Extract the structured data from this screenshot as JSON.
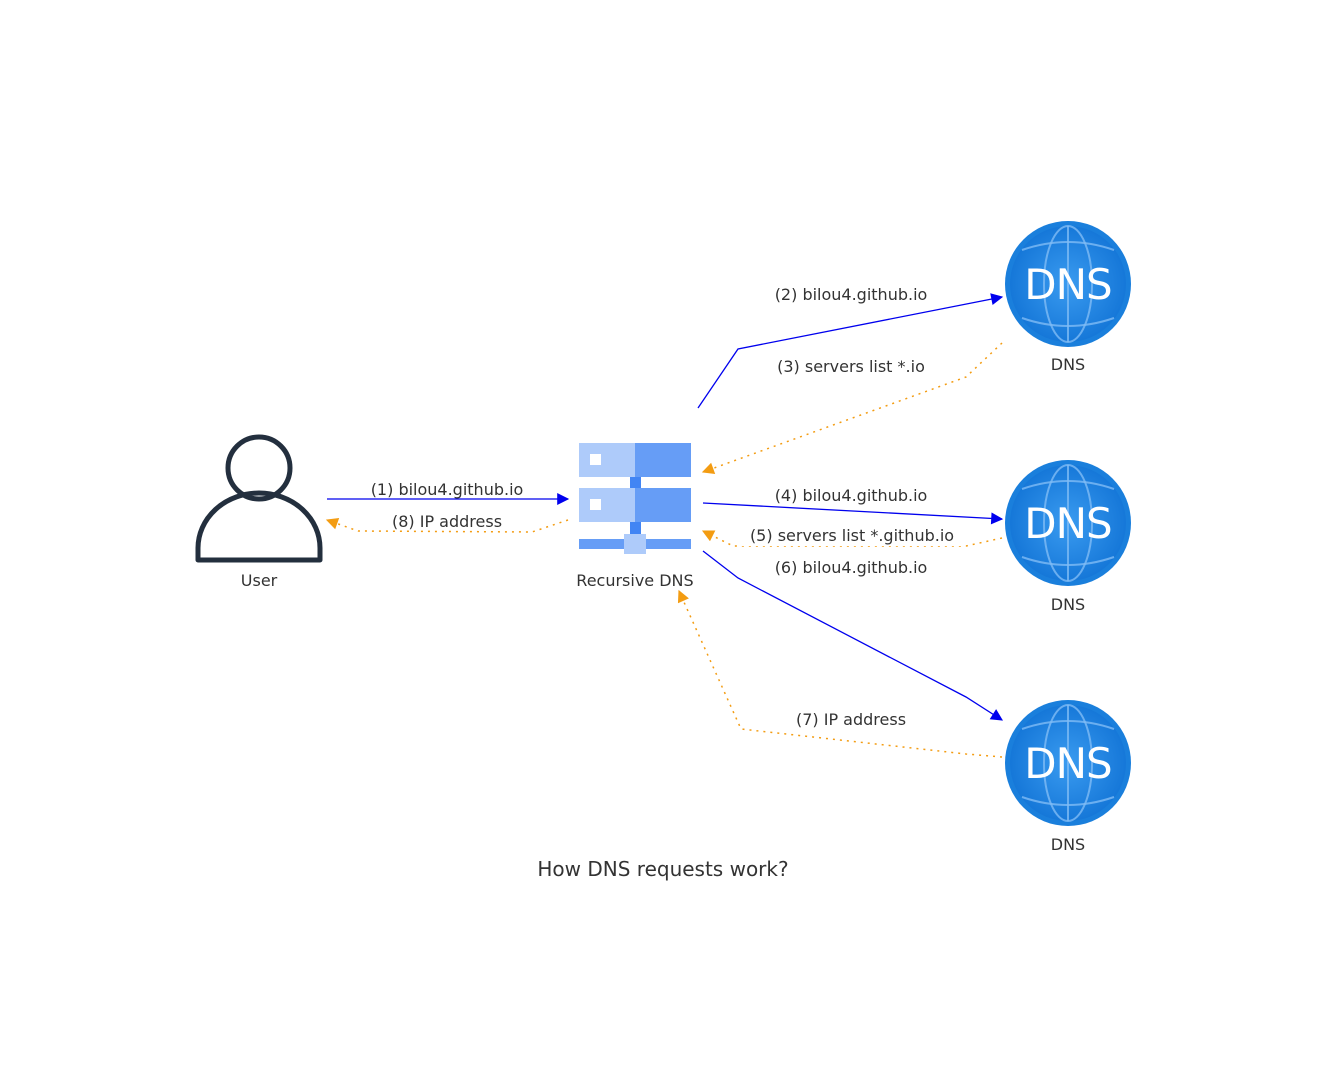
{
  "diagram": {
    "title": "How DNS requests work?",
    "colors": {
      "request": "#0000ee",
      "response": "#f39c12",
      "user_icon": "#232f3e",
      "server_light": "#aecbfa",
      "server_dark": "#669df6",
      "dns_globe": "#1a82e2"
    },
    "nodes": {
      "user": {
        "label": "User",
        "icon": "user-icon"
      },
      "recursive": {
        "label": "Recursive DNS",
        "icon": "server-icon"
      },
      "dns_root": {
        "label": "DNS",
        "icon": "dns-globe-icon",
        "badge": "DNS"
      },
      "dns_tld": {
        "label": "DNS",
        "icon": "dns-globe-icon",
        "badge": "DNS"
      },
      "dns_auth": {
        "label": "DNS",
        "icon": "dns-globe-icon",
        "badge": "DNS"
      }
    },
    "edges": [
      {
        "label": "(1) bilou4.github.io",
        "kind": "request"
      },
      {
        "label": "(2) bilou4.github.io",
        "kind": "request"
      },
      {
        "label": "(3) servers list *.io",
        "kind": "response"
      },
      {
        "label": "(4) bilou4.github.io",
        "kind": "request"
      },
      {
        "label": "(5) servers list *.github.io",
        "kind": "response"
      },
      {
        "label": "(6) bilou4.github.io",
        "kind": "request"
      },
      {
        "label": "(7) IP address",
        "kind": "response"
      },
      {
        "label": "(8) IP address",
        "kind": "response"
      }
    ]
  }
}
